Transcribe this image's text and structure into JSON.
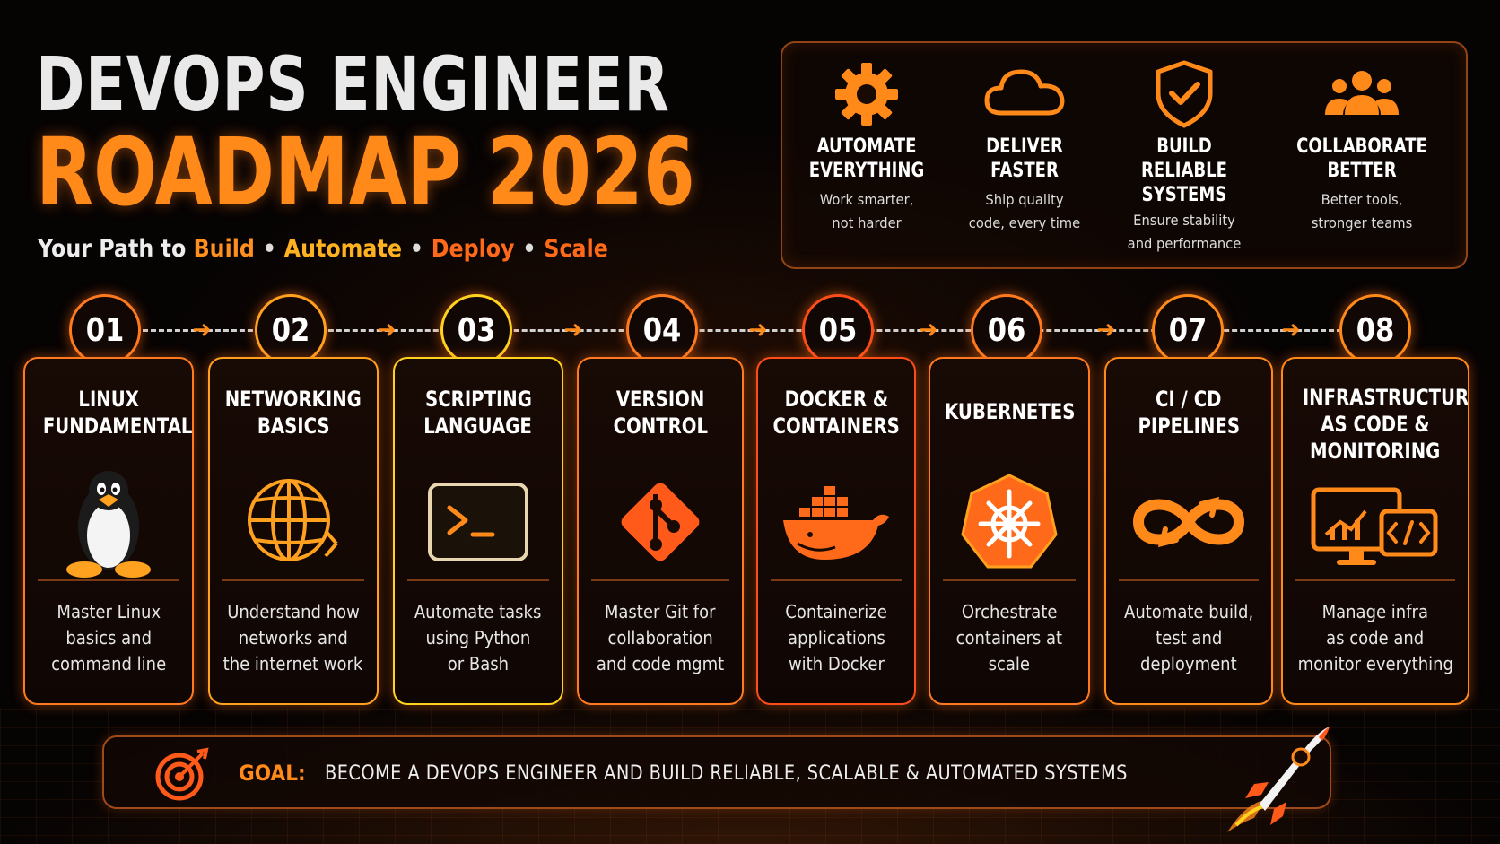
{
  "header": {
    "title_line1": "DEVOPS ENGINEER",
    "title_line2": "ROADMAP 2026",
    "tagline_prefix": "Your Path to",
    "tagline_words": [
      "Build",
      "Automate",
      "Deploy",
      "Scale"
    ]
  },
  "values": [
    {
      "icon": "gear-icon",
      "title1": "AUTOMATE",
      "title2": "EVERYTHING",
      "title3": "",
      "desc1": "Work smarter,",
      "desc2": "not harder"
    },
    {
      "icon": "cloud-icon",
      "title1": "DELIVER",
      "title2": "FASTER",
      "title3": "",
      "desc1": "Ship quality",
      "desc2": "code, every time"
    },
    {
      "icon": "shield-check-icon",
      "title1": "BUILD",
      "title2": "RELIABLE",
      "title3": "SYSTEMS",
      "desc1": "Ensure stability",
      "desc2": "and performance"
    },
    {
      "icon": "team-icon",
      "title1": "COLLABORATE",
      "title2": "BETTER",
      "title3": "",
      "desc1": "Better tools,",
      "desc2": "stronger teams"
    }
  ],
  "steps": [
    {
      "num": "01",
      "icon": "linux-penguin-icon",
      "title": [
        "LINUX",
        "FUNDAMENTALS"
      ],
      "desc": [
        "Master Linux",
        "basics and",
        "command line"
      ]
    },
    {
      "num": "02",
      "icon": "globe-network-icon",
      "title": [
        "NETWORKING",
        "BASICS"
      ],
      "desc": [
        "Understand how",
        "networks and",
        "the internet work"
      ]
    },
    {
      "num": "03",
      "icon": "terminal-icon",
      "title": [
        "SCRIPTING",
        "LANGUAGE"
      ],
      "desc": [
        "Automate tasks",
        "using Python",
        "or Bash"
      ]
    },
    {
      "num": "04",
      "icon": "git-icon",
      "title": [
        "VERSION",
        "CONTROL"
      ],
      "desc": [
        "Master Git for",
        "collaboration",
        "and code mgmt"
      ]
    },
    {
      "num": "05",
      "icon": "docker-whale-icon",
      "title": [
        "DOCKER &",
        "CONTAINERS"
      ],
      "desc": [
        "Containerize",
        "applications",
        "with Docker"
      ]
    },
    {
      "num": "06",
      "icon": "kubernetes-helm-icon",
      "title": [
        "KUBERNETES"
      ],
      "desc": [
        "Orchestrate",
        "containers  at",
        "scale"
      ]
    },
    {
      "num": "07",
      "icon": "infinity-pipeline-icon",
      "title": [
        "CI / CD",
        "PIPELINES"
      ],
      "desc": [
        "Automate build,",
        "test and",
        "deployment"
      ]
    },
    {
      "num": "08",
      "icon": "monitor-code-icon",
      "title": [
        "INFRASTRUCTURE",
        "AS CODE &",
        "MONITORING"
      ],
      "desc": [
        "Manage infra",
        "as code and",
        "monitor everything"
      ]
    }
  ],
  "goal": {
    "label": "GOAL:",
    "text": "BECOME A DEVOPS ENGINEER AND BUILD RELIABLE, SCALABLE &  AUTOMATED SYSTEMS"
  },
  "colors": {
    "accent": "#ff7a1f",
    "yellow": "#ffb21f",
    "red": "#ff4d1a",
    "background": "#060303"
  }
}
